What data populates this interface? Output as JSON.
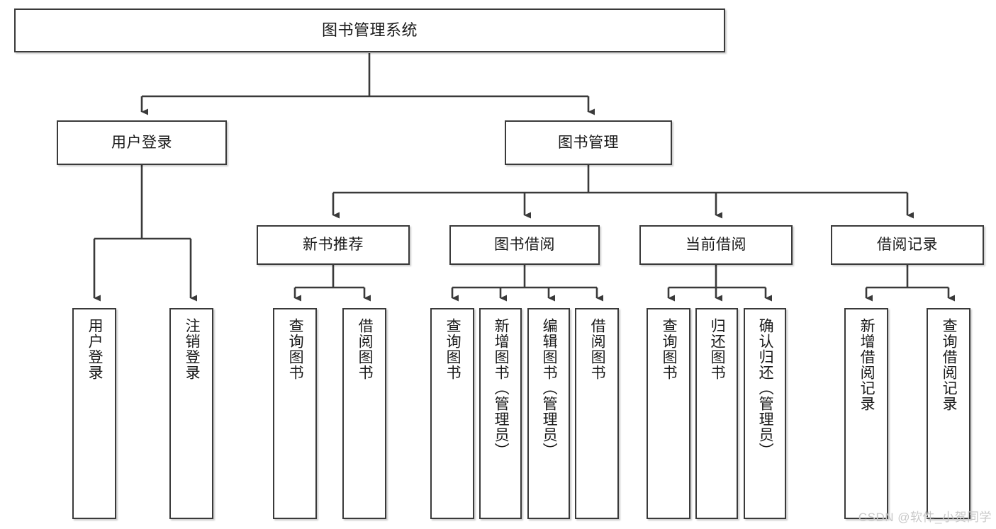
{
  "diagram": {
    "type": "tree",
    "title": "图书管理系统",
    "orientation": "top-down",
    "line_color": "#3a3a3a",
    "box_fill": "#ffffff",
    "text_color": "#1a1a1a",
    "nodes": {
      "root": {
        "label": "图书管理系统"
      },
      "level1": [
        {
          "id": "user-login",
          "label": "用户登录"
        },
        {
          "id": "book-manage",
          "label": "图书管理"
        }
      ],
      "level2": [
        {
          "id": "new-book-rec",
          "label": "新书推荐"
        },
        {
          "id": "book-borrow",
          "label": "图书借阅"
        },
        {
          "id": "current-borrow",
          "label": "当前借阅"
        },
        {
          "id": "borrow-record",
          "label": "借阅记录"
        }
      ],
      "leaves": {
        "user_login": [
          {
            "id": "leaf-user-login",
            "label": "用户登录"
          },
          {
            "id": "leaf-logout-login",
            "label": "注销登录"
          }
        ],
        "new_book_rec": [
          {
            "id": "leaf-query-book-1",
            "label": "查询图书"
          },
          {
            "id": "leaf-borrow-book-1",
            "label": "借阅图书"
          }
        ],
        "book_borrow": [
          {
            "id": "leaf-query-book-2",
            "label": "查询图书"
          },
          {
            "id": "leaf-add-book",
            "label": "新增图书（管理员）"
          },
          {
            "id": "leaf-edit-book",
            "label": "编辑图书（管理员）"
          },
          {
            "id": "leaf-borrow-book-2",
            "label": "借阅图书"
          }
        ],
        "current_borrow": [
          {
            "id": "leaf-query-book-3",
            "label": "查询图书"
          },
          {
            "id": "leaf-return-book",
            "label": "归还图书"
          },
          {
            "id": "leaf-confirm-return",
            "label": "确认归还（管理员）"
          }
        ],
        "borrow_record": [
          {
            "id": "leaf-add-record",
            "label": "新增借阅记录"
          },
          {
            "id": "leaf-query-record",
            "label": "查询借阅记录"
          }
        ]
      }
    }
  },
  "watermark": {
    "text": "CSDN @软件_小贺同学",
    "color": "#c9c9c9"
  }
}
